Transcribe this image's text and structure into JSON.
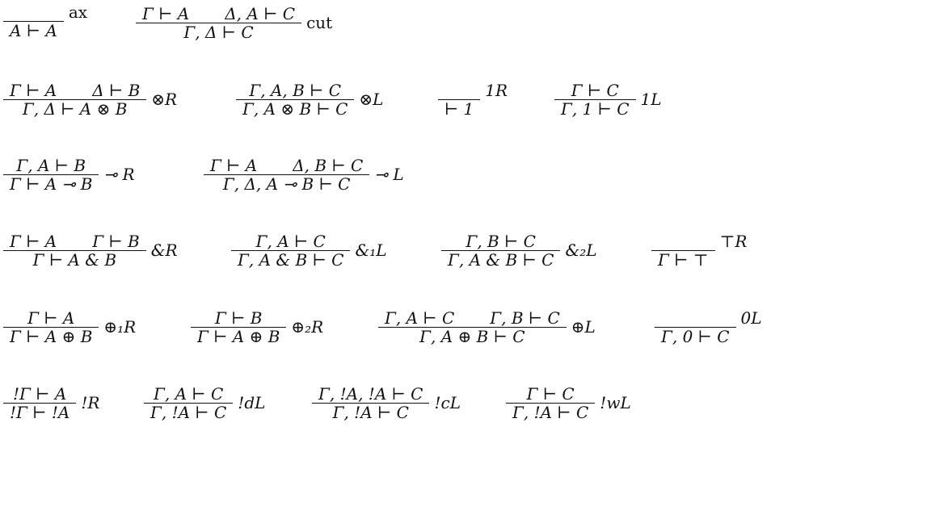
{
  "rows": [
    [
      {
        "name": "ax",
        "premises": [],
        "conclusion": "A ⊢ A",
        "label": "ax"
      },
      {
        "name": "cut",
        "premises": [
          "Γ ⊢ A",
          "Δ, A ⊢ C"
        ],
        "conclusion": "Γ, Δ ⊢ C",
        "label": "cut"
      }
    ],
    [
      {
        "name": "tensor-r",
        "premises": [
          "Γ ⊢ A",
          "Δ ⊢ B"
        ],
        "conclusion": "Γ, Δ ⊢ A ⊗ B",
        "label": "⊗R"
      },
      {
        "name": "tensor-l",
        "premises": [
          "Γ, A, B ⊢ C"
        ],
        "conclusion": "Γ, A ⊗ B ⊢ C",
        "label": "⊗L"
      },
      {
        "name": "one-r",
        "premises": [],
        "conclusion": "⊢ 1",
        "label": "1R"
      },
      {
        "name": "one-l",
        "premises": [
          "Γ ⊢ C"
        ],
        "conclusion": "Γ, 1 ⊢ C",
        "label": "1L"
      }
    ],
    [
      {
        "name": "lolli-r",
        "premises": [
          "Γ, A ⊢ B"
        ],
        "conclusion": "Γ ⊢ A ⊸ B",
        "label": "⊸ R"
      },
      {
        "name": "lolli-l",
        "premises": [
          "Γ ⊢ A",
          "Δ, B ⊢ C"
        ],
        "conclusion": "Γ, Δ, A ⊸ B ⊢ C",
        "label": "⊸ L"
      }
    ],
    [
      {
        "name": "with-r",
        "premises": [
          "Γ ⊢ A",
          "Γ ⊢ B"
        ],
        "conclusion": "Γ ⊢ A & B",
        "label": "&R"
      },
      {
        "name": "with-l1",
        "premises": [
          "Γ, A ⊢ C"
        ],
        "conclusion": "Γ, A & B ⊢ C",
        "label": "&₁L"
      },
      {
        "name": "with-l2",
        "premises": [
          "Γ, B ⊢ C"
        ],
        "conclusion": "Γ, A & B ⊢ C",
        "label": "&₂L"
      },
      {
        "name": "top-r",
        "premises": [],
        "conclusion": "Γ ⊢ ⊤",
        "label": "⊤R"
      }
    ],
    [
      {
        "name": "plus-r1",
        "premises": [
          "Γ ⊢ A"
        ],
        "conclusion": "Γ ⊢ A ⊕ B",
        "label": "⊕₁R"
      },
      {
        "name": "plus-r2",
        "premises": [
          "Γ ⊢ B"
        ],
        "conclusion": "Γ ⊢ A ⊕ B",
        "label": "⊕₂R"
      },
      {
        "name": "plus-l",
        "premises": [
          "Γ, A ⊢ C",
          "Γ, B ⊢ C"
        ],
        "conclusion": "Γ, A ⊕ B ⊢ C",
        "label": "⊕L"
      },
      {
        "name": "zero-l",
        "premises": [],
        "conclusion": "Γ, 0 ⊢ C",
        "label": "0L"
      }
    ],
    [
      {
        "name": "bang-r",
        "premises": [
          "!Γ ⊢ A"
        ],
        "conclusion": "!Γ ⊢ !A",
        "label": "!R"
      },
      {
        "name": "bang-d",
        "premises": [
          "Γ, A ⊢ C"
        ],
        "conclusion": "Γ, !A ⊢ C",
        "label": "!dL"
      },
      {
        "name": "bang-c",
        "premises": [
          "Γ, !A, !A ⊢ C"
        ],
        "conclusion": "Γ, !A ⊢ C",
        "label": "!cL"
      },
      {
        "name": "bang-w",
        "premises": [
          "Γ ⊢ C"
        ],
        "conclusion": "Γ, !A ⊢ C",
        "label": "!wL"
      }
    ]
  ]
}
